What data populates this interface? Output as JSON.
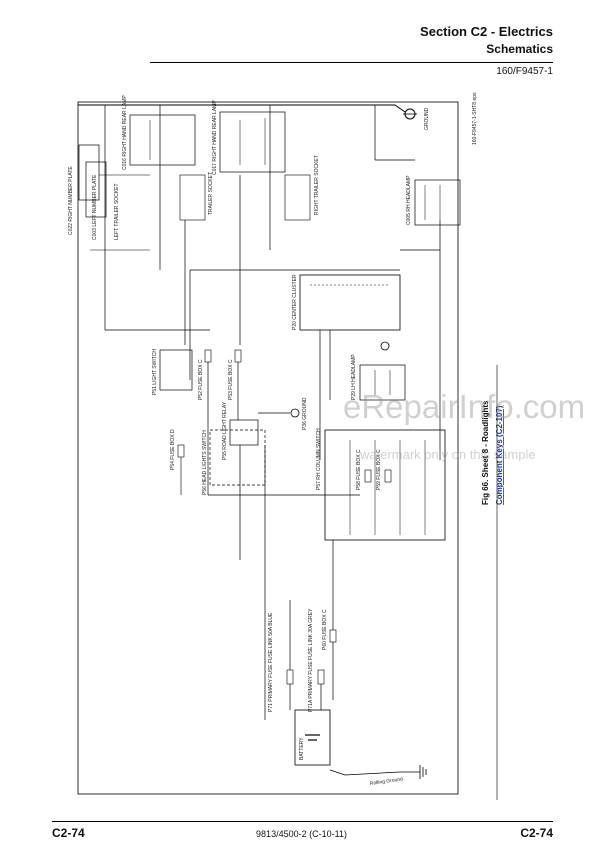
{
  "header": {
    "section": "Section C2 - Electrics",
    "subsection": "Schematics",
    "doc_number": "160/F9457-1"
  },
  "figure": {
    "caption": "Fig 66. Sheet 8 - Roadlights",
    "keys_link": "Component Keys (C2-107)",
    "drawing_ref": "160-F9457-1-SHT8.eps"
  },
  "components": {
    "c022": "C022 RIGHT NUMBER PLATE",
    "c003": "C003 LEFT NUMBER PLATE",
    "c016": "C016 RIGHT HAND REAR LAMP",
    "c017": "C017 RIGHT HAND REAR LAMP",
    "trailer_socket_left": "LEFT TRAILER SOCKET",
    "trailer_socket_right": "RIGHT TRAILER SOCKET",
    "trailer_socket_mid": "TRAILER SOCKET",
    "c005": "C005 RH HEADLAMP",
    "p20": "P20 CENTER CLUSTER",
    "p29": "P29 LH HEADLAMP",
    "p51": "P51 LIGHT SWITCH",
    "p52": "P52 FUSE BOX C",
    "p53": "P53 FUSE BOX C",
    "p54": "P54 FUSE BOX D",
    "p55": "P55 ROAD LIGHT RELAY",
    "p36": "P36 GROUND",
    "p56": "P56 HEAD LIGHTS SWITCH",
    "p57": "P57 RH COLUMN SWITCH",
    "p58": "P58 FUSE BOX C",
    "p59": "P59 FUSE BOX C",
    "p60": "P60 FUSE BOX C",
    "p71": "P71 PRIMARY FUSE FUSE LINK 50A BLUE",
    "p71a": "P71A PRIMARY FUSE FUSE LINK 30A GREY",
    "battery": "BATTERY",
    "ground": "GROUND",
    "rolling_ground": "Rolling Ground"
  },
  "footer": {
    "page_left": "C2-74",
    "center": "9813/4500-2 (C-10-11)",
    "page_right": "C2-74"
  },
  "watermark": {
    "line1": "eRepairInfo.com",
    "line2": "watermark only on this sample"
  }
}
